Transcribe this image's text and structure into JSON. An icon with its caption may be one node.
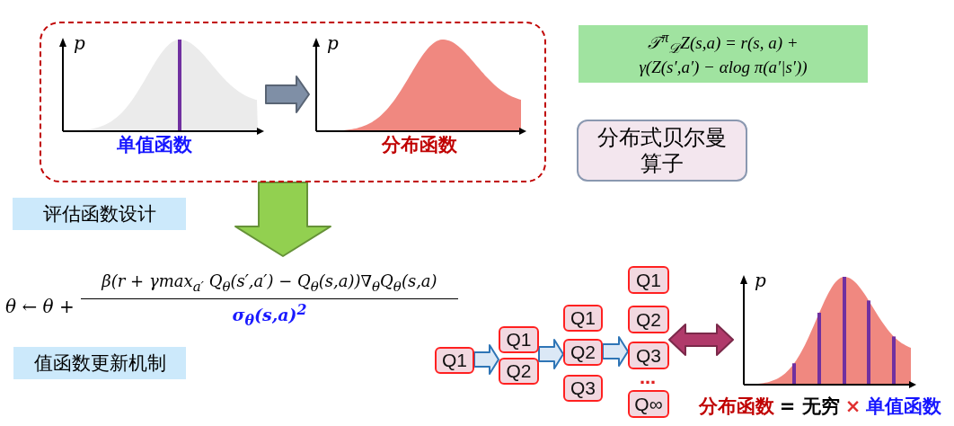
{
  "diagram": {
    "nodes": [
      {
        "text": [],
        "shape": "box"
      },
      {
        "text": [
          "p"
        ],
        "beside": [
          "单值函数"
        ],
        "in": 0
      },
      {
        "text": [
          "p"
        ],
        "beside": [
          "分布函数"
        ],
        "in": 0
      },
      {
        "text": [
          "𝒯$^{π}$$_{𝒟}$Z(s,a) = r(s, a) + γ(Z(s′,a′) − αlog π(a′|s′))"
        ]
      },
      {
        "text": [
          "分布式贝尔曼算子"
        ]
      },
      {
        "text": [
          "评估函数设计"
        ]
      },
      {
        "text": [
          "θ ← θ +",
          "β(r + γmax$_{a′}$ Q$_{θ}$(s′,a′) − Q$_{θ}$(s,a))∇$_{θ}$Q$_{θ}$(s,a)",
          "σ$_{θ}$(s,a)$^{2}$"
        ]
      },
      {
        "text": [
          "值函数更新机制"
        ]
      },
      {
        "text": [
          "Q1"
        ]
      },
      {
        "text": [
          "Q1"
        ]
      },
      {
        "text": [
          "Q2"
        ]
      },
      {
        "text": [
          "Q1"
        ]
      },
      {
        "text": [
          "Q2"
        ]
      },
      {
        "text": [
          "Q3"
        ]
      },
      {
        "text": [
          "Q1"
        ]
      },
      {
        "text": [
          "Q2"
        ]
      },
      {
        "text": [
          "Q3"
        ]
      },
      {
        "text": [
          "Q∞"
        ]
      },
      {
        "text": [
          "p"
        ],
        "beside": [
          "分布函数",
          "= 无穷",
          "×",
          "单值函数"
        ]
      }
    ],
    "edges": [
      {
        "from": 1,
        "to": 2,
        "arrow": "to",
        "color": "#7f8fa6"
      },
      {
        "from": 0,
        "to": 6,
        "arrow": "to",
        "color": "#92d050"
      },
      {
        "from": 8,
        "to": 10,
        "arrow": "to"
      },
      {
        "from": 10,
        "to": 12,
        "arrow": "to"
      },
      {
        "from": 12,
        "to": 16,
        "arrow": "to"
      },
      {
        "from": 16,
        "to": 18,
        "arrow": "both",
        "color": "#b03a6a"
      }
    ],
    "labels": [
      "…"
    ]
  }
}
